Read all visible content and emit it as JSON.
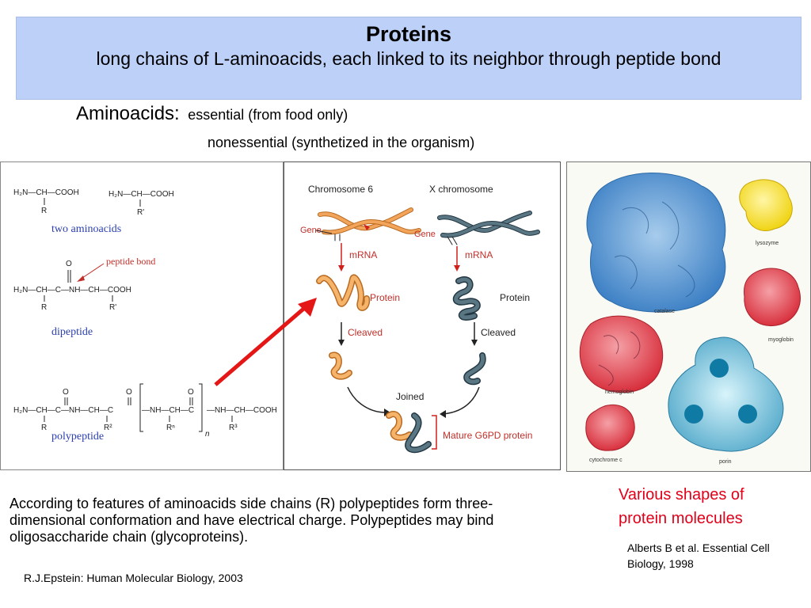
{
  "header": {
    "title": "Proteins",
    "subtitle": "long chains of L-aminoacids, each linked to its neighbor through peptide bond"
  },
  "aminoacids": {
    "label": "Aminoacids:",
    "essential": "essential (from food only)",
    "nonessential": "nonessential (synthetized in the organism)"
  },
  "chemistry": {
    "two_aminoacids": "two aminoacids",
    "peptide_bond": "peptide bond",
    "dipeptide": "dipeptide",
    "polypeptide": "polypeptide"
  },
  "g6pd": {
    "chromosome6": "Chromosome 6",
    "x_chromosome": "X chromosome",
    "gene": "Gene",
    "mrna": "mRNA",
    "protein": "Protein",
    "cleaved": "Cleaved",
    "joined": "Joined",
    "mature": "Mature G6PD protein"
  },
  "molecules": {
    "catalase": "catalase",
    "lysozyme": "lysozyme",
    "myoglobin": "myoglobin",
    "hemoglobin": "hemoglobin",
    "cytochrome": "cytochrome c",
    "porin": "porin"
  },
  "captions": {
    "shapes": "Various shapes of protein molecules",
    "ref_alberts": "Alberts B et al. Essential Cell Biology, 1998",
    "body": "According to features of aminoacids side chains (R) polypeptides form three-dimensional conformation and have electrical charge. Polypeptides may bind oligosaccharide chain (glycoproteins).",
    "ref_epstein": "R.J.Epstein: Human Molecular Biology, 2003"
  },
  "colors": {
    "title_bg": "#bcd0f8",
    "caption_red": "#e1001a",
    "label_blue": "#2b3fb0",
    "orange_strand": "#e8913a",
    "gray_strand": "#3e5a66"
  }
}
